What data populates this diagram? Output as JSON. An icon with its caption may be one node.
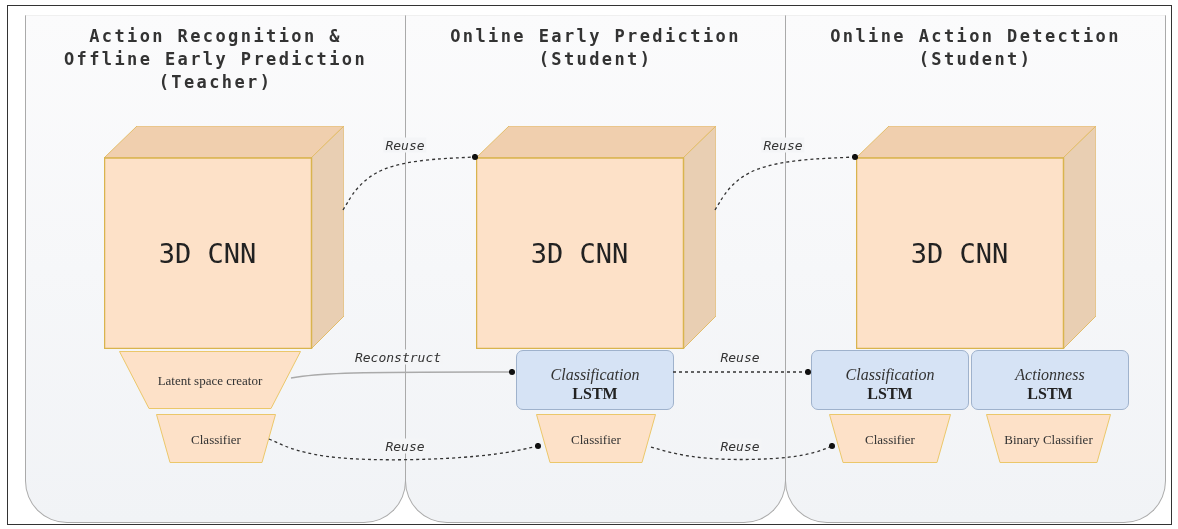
{
  "diagram": {
    "nodes": [
      {
        "text": [
          "Action Recognition & Offline Early Prediction (Teacher)"
        ]
      },
      {
        "text": [
          "3D CNN"
        ],
        "in": 0
      },
      {
        "text": [
          "Latent space creator"
        ],
        "in": 0
      },
      {
        "text": [
          "Classifier"
        ],
        "in": 0
      },
      {
        "text": [
          "Online Early Prediction (Student)"
        ]
      },
      {
        "text": [
          "3D CNN"
        ],
        "in": 4
      },
      {
        "text": [
          "Classification",
          "LSTM"
        ],
        "in": 4
      },
      {
        "text": [
          "Classifier"
        ],
        "in": 4
      },
      {
        "text": [
          "Online Action Detection (Student)"
        ]
      },
      {
        "text": [
          "3D CNN"
        ],
        "in": 8
      },
      {
        "text": [
          "Classification",
          "LSTM"
        ],
        "in": 8
      },
      {
        "text": [
          "Actionness",
          "LSTM"
        ],
        "in": 8
      },
      {
        "text": [
          "Classifier"
        ],
        "in": 8
      },
      {
        "text": [
          "Binary Classifier"
        ],
        "in": 8
      }
    ],
    "edges": [
      {
        "from": 1,
        "to": 5,
        "arrow": "other",
        "label": "Reuse",
        "style": "dashed"
      },
      {
        "from": 5,
        "to": 9,
        "arrow": "other",
        "label": "Reuse",
        "style": "dashed"
      },
      {
        "from": 2,
        "to": 6,
        "arrow": "other",
        "label": "Reconstruct",
        "color": "#aaaaaa"
      },
      {
        "from": 6,
        "to": 10,
        "arrow": "other",
        "label": "Reuse",
        "style": "dashed"
      },
      {
        "from": 3,
        "to": 7,
        "arrow": "other",
        "label": "Reuse",
        "style": "dashed"
      },
      {
        "from": 7,
        "to": 12,
        "arrow": "other",
        "label": "Reuse",
        "style": "dashed"
      }
    ]
  }
}
